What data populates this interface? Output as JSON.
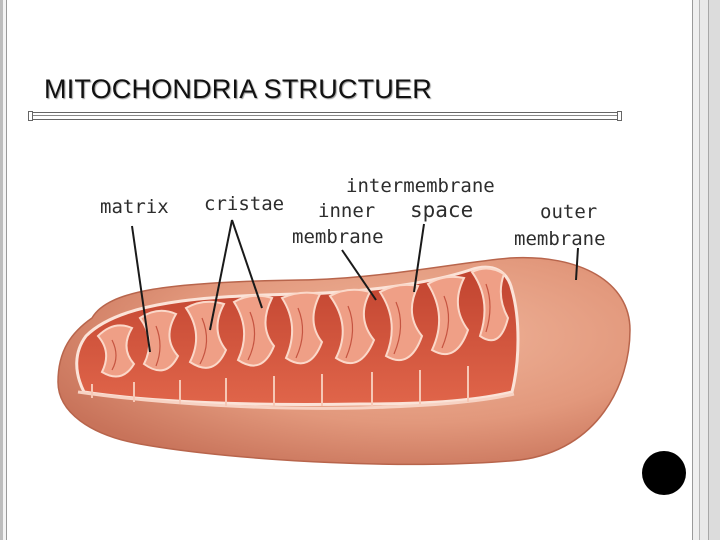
{
  "slide": {
    "title": "MITOCHONDRIA STRUCTUER"
  },
  "diagram": {
    "labels": {
      "matrix": "matrix",
      "cristae": "cristae",
      "inner_membrane_line1": "inner",
      "inner_membrane_line2": "membrane",
      "intermembrane_space_line1": "intermembrane",
      "intermembrane_space_line2": "space",
      "outer_membrane_line1": "outer",
      "outer_membrane_line2": "membrane"
    }
  },
  "colors": {
    "outer_membrane": "#e39a7e",
    "inner_cavity": "#d6543d",
    "cristae_fold": "#f3b9a4",
    "frame": "#bdbdbd"
  }
}
